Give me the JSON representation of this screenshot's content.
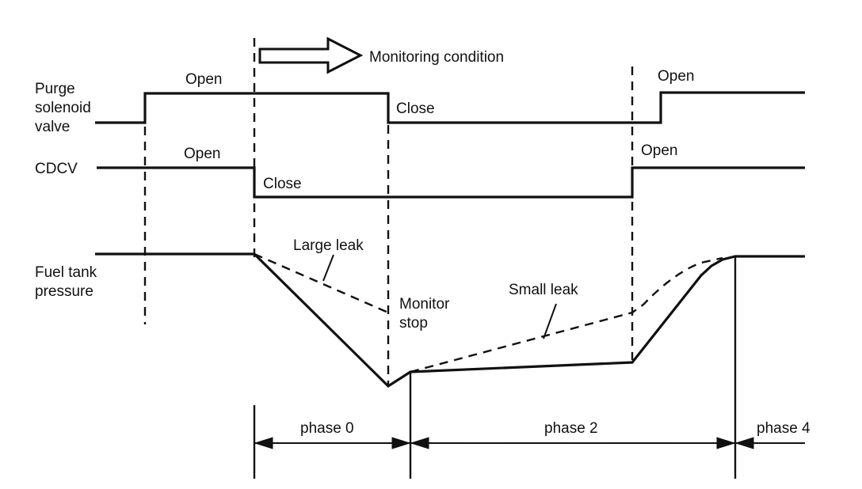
{
  "signals": {
    "purge_label": [
      "Purge",
      "solenoid",
      "valve"
    ],
    "cdcv_label": "CDCV",
    "fuel_tank_label": [
      "Fuel tank",
      "pressure"
    ]
  },
  "states": {
    "purge_open_1": "Open",
    "purge_close": "Close",
    "purge_open_2": "Open",
    "cdcv_open_1": "Open",
    "cdcv_close": "Close",
    "cdcv_open_2": "Open"
  },
  "annotations": {
    "monitoring_condition": "Monitoring condition",
    "large_leak": "Large leak",
    "small_leak": "Small leak",
    "monitor_stop": [
      "Monitor",
      "stop"
    ]
  },
  "phases": {
    "phase_0": "phase 0",
    "phase_2": "phase 2",
    "phase_4": "phase 4"
  }
}
